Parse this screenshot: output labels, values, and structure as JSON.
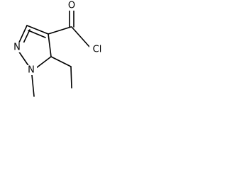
{
  "atoms": {
    "carbonyl_oxygen": "O",
    "chlorine": "Cl",
    "ring_nitrogen_2": "N",
    "ring_nitrogen_1": "N"
  }
}
